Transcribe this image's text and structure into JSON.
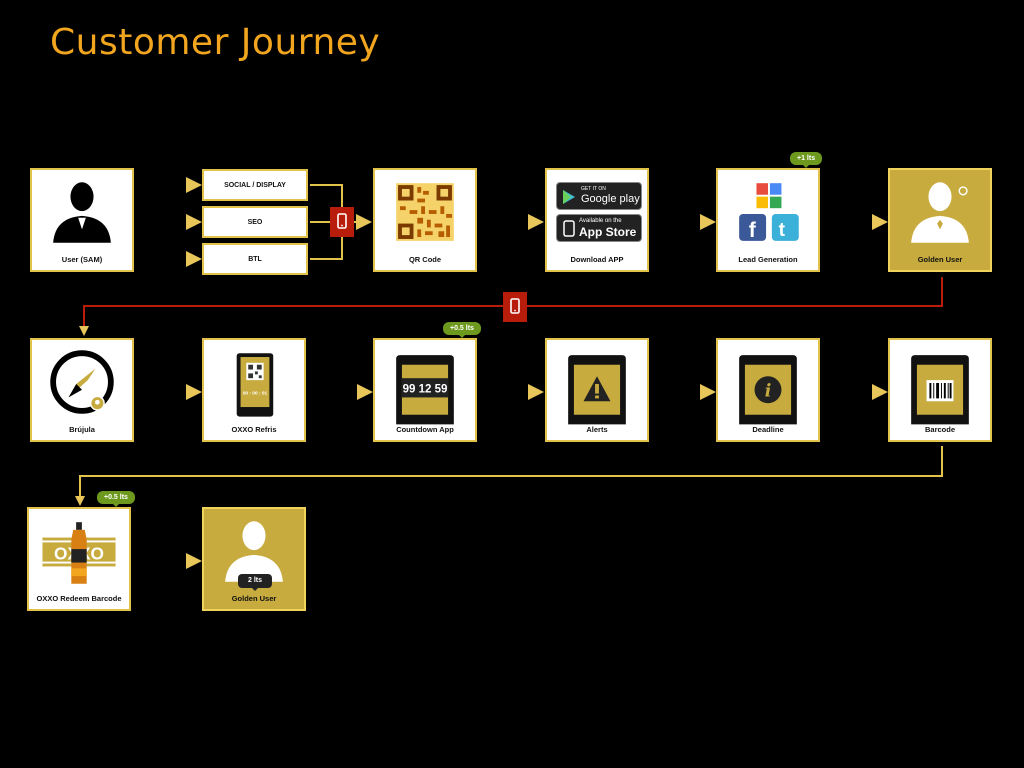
{
  "title": "Customer Journey",
  "channels": [
    "SOCIAL / DISPLAY",
    "SEO",
    "BTL"
  ],
  "row1": [
    {
      "label": "User (SAM)"
    },
    {
      "label": "QR Code"
    },
    {
      "label": "Download APP",
      "store_google_top": "GET IT ON",
      "store_google": "Google play",
      "store_apple_top": "Available on the",
      "store_apple": "App Store"
    },
    {
      "label": "Lead Generation",
      "badge": "+1 lts"
    },
    {
      "label": "Golden User"
    }
  ],
  "row2": [
    {
      "label": "Brújula"
    },
    {
      "label": "OXXO Refris",
      "screen_text": "00 : 00 : 01"
    },
    {
      "label": "Countdown App",
      "badge": "+0.5 lts",
      "screen_text": "99 12 59"
    },
    {
      "label": "Alerts"
    },
    {
      "label": "Deadline"
    },
    {
      "label": "Barcode"
    }
  ],
  "row3": [
    {
      "label": "OXXO Redeem Barcode",
      "badge": "+0.5 lts",
      "brand": "OXXO"
    },
    {
      "label": "Golden User",
      "tag": "2 lts"
    }
  ],
  "colors": {
    "title": "#f2a51f",
    "gold": "#c7ab3e",
    "border": "#e3c24b",
    "connector_red": "#b81d0c",
    "badge": "#6d9a1e"
  },
  "icons": [
    "user-silhouette-icon",
    "qr-code-icon",
    "google-play-icon",
    "app-store-icon",
    "google-icon",
    "facebook-icon",
    "twitter-icon",
    "compass-icon",
    "fridge-display-icon",
    "phone-countdown-icon",
    "phone-alert-icon",
    "phone-info-icon",
    "phone-barcode-icon",
    "bottle-icon",
    "mobile-icon",
    "star-icon"
  ]
}
